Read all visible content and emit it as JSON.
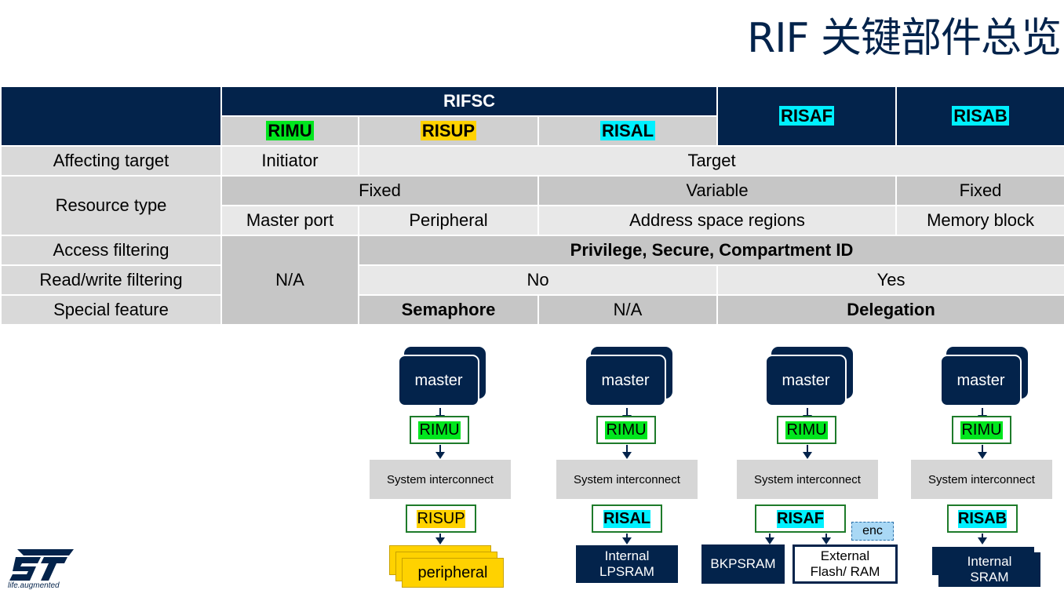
{
  "title": "RIF 关键部件总览",
  "table": {
    "rifsc": "RIFSC",
    "rimu": "RIMU",
    "risup": "RISUP",
    "risal": "RISAL",
    "risaf": "RISAF",
    "risab": "RISAB",
    "rows": {
      "affecting_target": {
        "label": "Affecting target",
        "initiator": "Initiator",
        "target": "Target"
      },
      "resource_type": {
        "label": "Resource type",
        "fixed1": "Fixed",
        "variable": "Variable",
        "fixed2": "Fixed",
        "master_port": "Master port",
        "peripheral": "Peripheral",
        "address_space": "Address space regions",
        "memory_block": "Memory block"
      },
      "access_filtering": {
        "label": "Access filtering",
        "value": "Privilege, Secure, Compartment ID"
      },
      "rw_filtering": {
        "label": "Read/write filtering",
        "na": "N/A",
        "no": "No",
        "yes": "Yes"
      },
      "special_feature": {
        "label": "Special feature",
        "semaphore": "Semaphore",
        "na": "N/A",
        "delegation": "Delegation"
      }
    }
  },
  "diagram": {
    "master": "master",
    "rimu": "RIMU",
    "sysint": "System interconnect",
    "col1": {
      "gate": "RISUP",
      "target": "peripheral"
    },
    "col2": {
      "gate": "RISAL",
      "target": "Internal LPSRAM"
    },
    "col3": {
      "gate": "RISAF",
      "enc": "enc",
      "target_a": "BKPSRAM",
      "target_b": "External Flash/ RAM"
    },
    "col4": {
      "gate": "RISAB",
      "target": "Internal SRAM"
    }
  },
  "footer": {
    "tagline": "life.augmented"
  },
  "colors": {
    "navy": "#03234b",
    "green": "#00e61e",
    "yellow": "#ffd200",
    "cyan": "#00f0ff"
  }
}
